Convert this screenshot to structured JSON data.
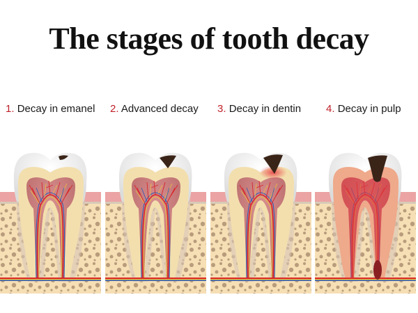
{
  "title": "The stages of tooth decay",
  "stages": [
    {
      "number": "1.",
      "label": "Decay in emanel"
    },
    {
      "number": "2.",
      "label": "Advanced decay"
    },
    {
      "number": "3.",
      "label": "Decay in dentin"
    },
    {
      "number": "4.",
      "label": "Decay in pulp"
    }
  ],
  "colors": {
    "number_accent": "#c0202a",
    "enamel": "#f2f2f2",
    "dentin": "#f3dfae",
    "pulp": "#c97a7a",
    "gum": "#eba3a3",
    "bone": "#f6dfb4",
    "bone_spots": "#b89c7c",
    "cavity": "#3a2418",
    "inflammation": "#e8454a"
  }
}
